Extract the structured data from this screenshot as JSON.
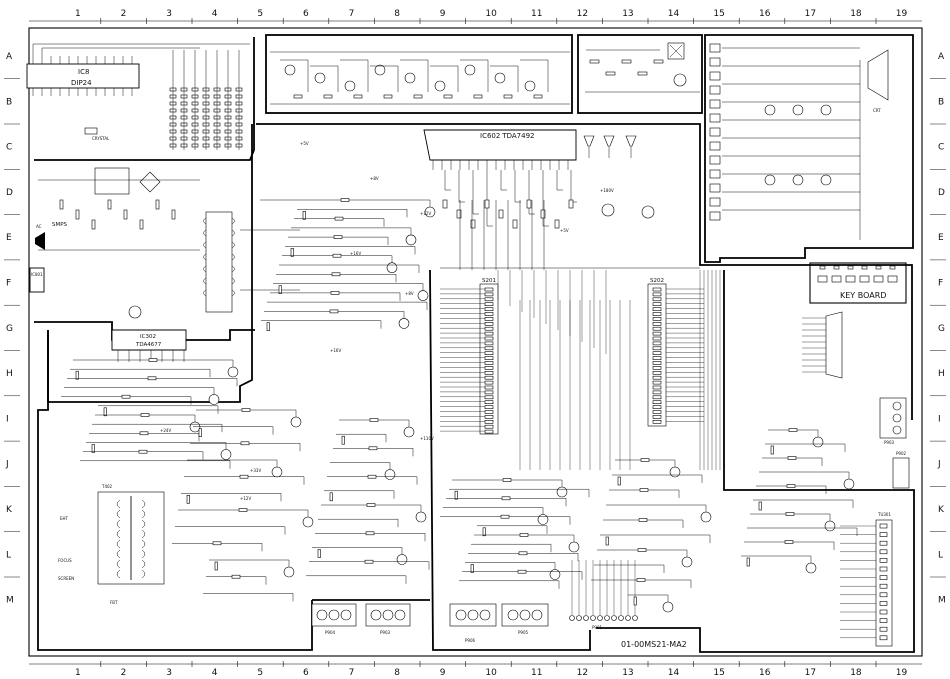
{
  "title_block": "01-00MS21-MA2",
  "grid": {
    "columns": [
      "1",
      "2",
      "3",
      "4",
      "5",
      "6",
      "7",
      "8",
      "9",
      "10",
      "11",
      "12",
      "13",
      "14",
      "15",
      "16",
      "17",
      "18",
      "19"
    ],
    "rows": [
      "A",
      "B",
      "C",
      "D",
      "E",
      "F",
      "G",
      "H",
      "I",
      "J",
      "K",
      "L",
      "M"
    ]
  },
  "ics": {
    "mcu": {
      "ref": "IC8",
      "type": "DIP24"
    },
    "audio": {
      "ref": "IC602",
      "type": "TDA7492"
    },
    "vertical": {
      "ref": "IC302",
      "type": "TDA4677"
    },
    "regulator": {
      "ref": "IC801"
    }
  },
  "connectors": {
    "s201": "S201",
    "s202": "S202",
    "keyboard": "KEY BOARD",
    "p903": "P903",
    "p904": "P904",
    "p905": "P905",
    "p906": "P906",
    "p902": "P902",
    "tuner": "TU301",
    "p901": "P901"
  },
  "labels": {
    "smps": "SMPS",
    "mains": "AC",
    "fbt": "FBT",
    "focus": "FOCUS",
    "screen": "SCREEN",
    "ht": "EHT",
    "flyback_ref": "T402",
    "crystal": "CRYSTAL",
    "crt": "CRT"
  },
  "supply_tags": [
    "+5V",
    "+8V",
    "+12V",
    "+16V",
    "+24V",
    "+33V",
    "+110V",
    "+180V",
    "+5V",
    "+8V",
    "+12V",
    "+16V"
  ]
}
